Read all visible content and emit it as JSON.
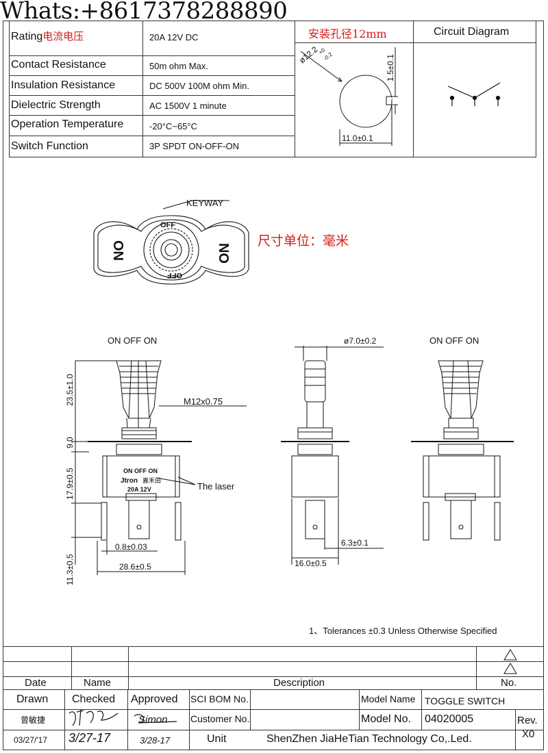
{
  "watermark": "Whats:+8617378288890",
  "spec_table": {
    "rows": [
      {
        "label": "Rating",
        "label_cn": "电流电压",
        "value": "20A 12V DC"
      },
      {
        "label": "Contact Resistance",
        "value": "50m ohm Max."
      },
      {
        "label": "Insulation Resistance",
        "value": "DC 500V 100M ohm Min."
      },
      {
        "label": "Dielectric Strength",
        "value": "AC 1500V 1 minute"
      },
      {
        "label": "Operation Temperature",
        "value": "-20°C~65°C"
      },
      {
        "label": "Switch Function",
        "value": "3P SPDT ON-OFF-ON"
      }
    ],
    "mount_hole_title": "安装孔径12mm",
    "circuit_title": "Circuit Diagram",
    "hole_dims": {
      "dia": "ø12.2",
      "dia_tol_top": "+0",
      "dia_tol_bot": "-0.2",
      "key_depth": "1.5±0.1",
      "width": "11.0±0.1"
    }
  },
  "drawing": {
    "keyway": "KEYWAY",
    "unit_note": "尺寸单位：毫米",
    "plate_on": "ON",
    "plate_off": "OFF",
    "positions": "ON   OFF   ON",
    "thread": "M12x0.75",
    "laser_label": "The laser",
    "body_mark_line1": "ON  OFF  ON",
    "body_mark_brand": "Jtron",
    "body_mark_cn": "嘉禾田",
    "body_mark_line3": "20A  12V",
    "dim_height_handle": "23.5±1.0",
    "dim_height_bushing": "9.0",
    "dim_height_body": "17.9±0.5",
    "dim_height_terminal": "11.3±0.5",
    "dim_terminal_thick": "0.8±0.03",
    "dim_width_total": "28.6±0.5",
    "dim_handle_dia": "ø7.0±0.2",
    "dim_terminal_width": "6.3±0.1",
    "dim_body_width": "16.0±0.5",
    "tolerance_note": "1、Tolerances ±0.3 Unless Otherwise Specified"
  },
  "title_block": {
    "col_date": "Date",
    "col_name": "Name",
    "col_description": "Description",
    "col_no": "No.",
    "drawn": "Drawn",
    "checked": "Checked",
    "approved": "Approved",
    "sci_bom": "SCI BOM No.",
    "customer_no": "Customer No.",
    "model_name_label": "Model Name",
    "model_name": "TOGGLE SWITCH",
    "model_no_label": "Model No.",
    "model_no": "04020005",
    "rev_label": "Rev.",
    "rev": "X0",
    "unit": "Unit",
    "company": "ShenZhen JiaHeTian Technology Co,.Led.",
    "drawn_name": "曾敏捷",
    "drawn_date": "03/27/'17",
    "approved_sig": "Simon",
    "approved_date": "3/28-17",
    "checked_date": "3/27-17"
  }
}
